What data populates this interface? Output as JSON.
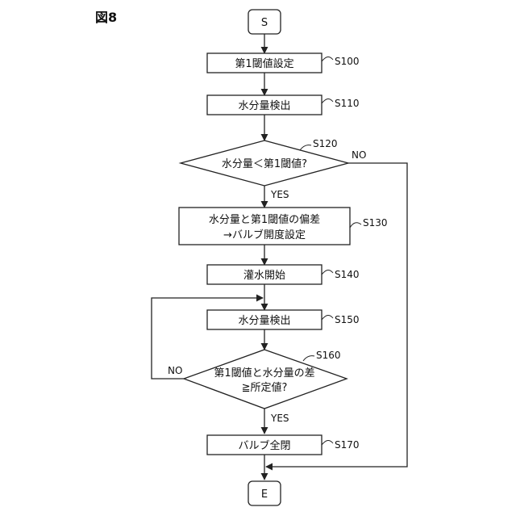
{
  "figure_title": "図8",
  "nodes": {
    "start": "S",
    "s100": "第1閾値設定",
    "s110": "水分量検出",
    "s120": "水分量＜第1閾値?",
    "s130_line1": "水分量と第1閾値の偏差",
    "s130_line2": "→バルブ開度設定",
    "s140": "灌水開始",
    "s150": "水分量検出",
    "s160_line1": "第1閾値と水分量の差",
    "s160_line2": "≧所定値?",
    "s170": "バルブ全閉",
    "end": "E"
  },
  "steps": {
    "s100": "S100",
    "s110": "S110",
    "s120": "S120",
    "s130": "S130",
    "s140": "S140",
    "s150": "S150",
    "s160": "S160",
    "s170": "S170"
  },
  "branches": {
    "s120_yes": "YES",
    "s120_no": "NO",
    "s160_yes": "YES",
    "s160_no": "NO"
  }
}
